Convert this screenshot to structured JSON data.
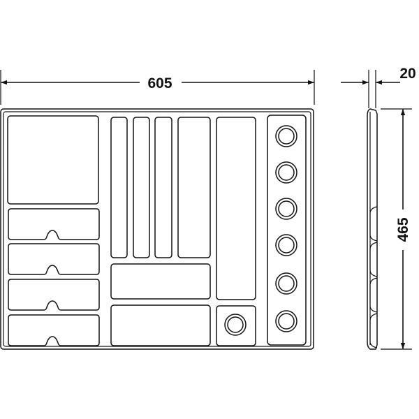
{
  "dimensions": {
    "width": "605",
    "depth": "20",
    "height": "465"
  },
  "colors": {
    "line": "#111111",
    "background": "#ffffff"
  }
}
